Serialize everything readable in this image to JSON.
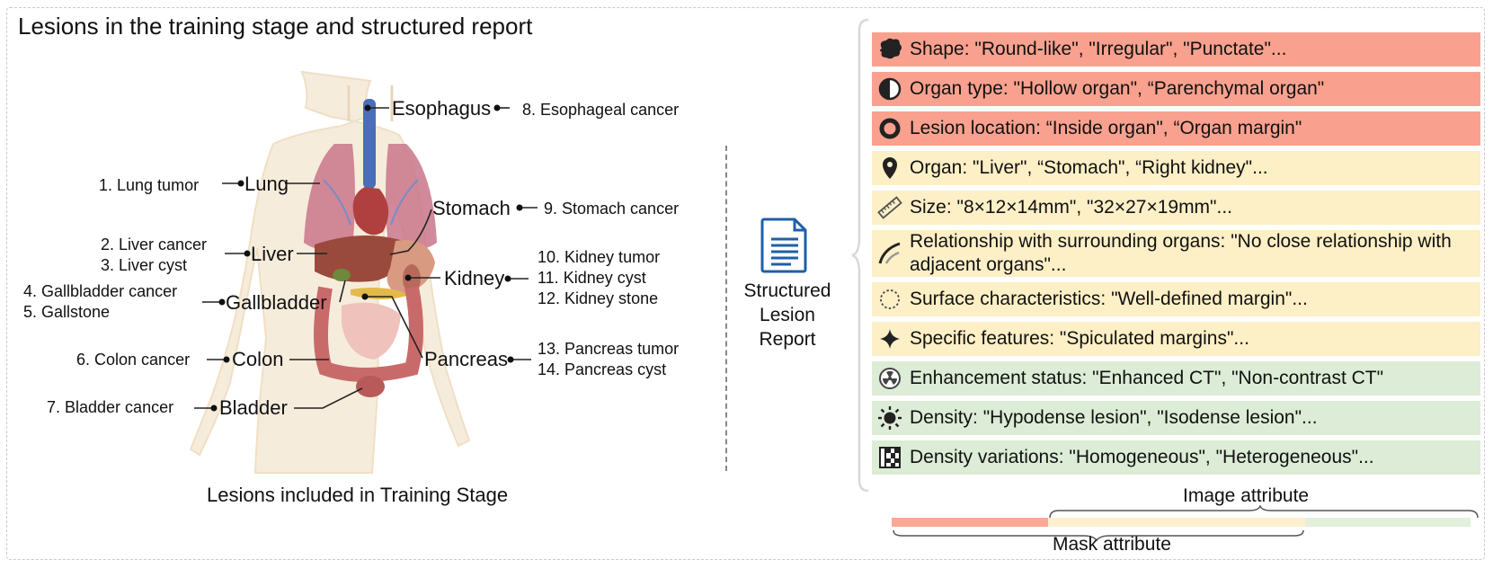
{
  "title": "Lesions in the training stage and structured report",
  "left_caption": "Lesions included in Training Stage",
  "organs": {
    "esophagus": "Esophagus",
    "lung": "Lung",
    "stomach": "Stomach",
    "liver": "Liver",
    "kidney": "Kidney",
    "gallbladder": "Gallbladder",
    "colon": "Colon",
    "pancreas": "Pancreas",
    "bladder": "Bladder"
  },
  "lesions": {
    "lung": [
      "1. Lung tumor"
    ],
    "liver": [
      "2. Liver cancer",
      "3. Liver cyst"
    ],
    "gallbladder": [
      "4. Gallbladder cancer",
      "5. Gallstone"
    ],
    "colon": [
      "6. Colon cancer"
    ],
    "bladder": [
      "7. Bladder cancer"
    ],
    "esophagus": [
      "8. Esophageal cancer"
    ],
    "stomach": [
      "9. Stomach cancer"
    ],
    "kidney": [
      "10. Kidney tumor",
      "11. Kidney cyst",
      "12. Kidney stone"
    ],
    "pancreas": [
      "13. Pancreas tumor",
      "14. Pancreas cyst"
    ]
  },
  "report_label": [
    "Structured",
    "Lesion",
    "Report"
  ],
  "attributes": [
    {
      "icon": "blob-shape-icon",
      "text": "Shape: \"Round-like\", \"Irregular\", \"Punctate\"...",
      "group": "mask"
    },
    {
      "icon": "half-circle-icon",
      "text": "Organ type: \"Hollow organ\",   “Parenchymal organ\"",
      "group": "mask"
    },
    {
      "icon": "ring-icon",
      "text": "Lesion location:   “Inside organ\",   “Organ margin\"",
      "group": "mask"
    },
    {
      "icon": "map-pin-icon",
      "text": "Organ: \"Liver\",   “Stomach\",   “Right kidney\"...",
      "group": "shared"
    },
    {
      "icon": "ruler-icon",
      "text": "Size: \"8×12×14mm\", \"32×27×19mm\"...",
      "group": "shared"
    },
    {
      "icon": "curve-icon",
      "text": "Relationship with surrounding organs: \"No close relationship with adjacent organs\"...",
      "group": "shared"
    },
    {
      "icon": "dotted-circle-icon",
      "text": "Surface characteristics: \"Well-defined margin\"...",
      "group": "shared"
    },
    {
      "icon": "sparkle-icon",
      "text": "Specific features: \"Spiculated margins\"...",
      "group": "shared"
    },
    {
      "icon": "radiation-icon",
      "text": "Enhancement status: \"Enhanced CT\", \"Non-contrast CT\"",
      "group": "image"
    },
    {
      "icon": "sun-icon",
      "text": "Density: \"Hypodense lesion\", \"Isodense lesion\"...",
      "group": "image"
    },
    {
      "icon": "checker-icon",
      "text": "Density variations: \"Homogeneous\", \"Heterogeneous\"...",
      "group": "image"
    }
  ],
  "legend": {
    "image_attribute": "Image attribute",
    "mask_attribute": "Mask attribute"
  },
  "colors": {
    "mask": "#f9a18e",
    "shared": "#fdefc6",
    "image": "#dcecd6",
    "legend_mask": "#f9a896",
    "legend_shared": "#fdf0cf",
    "legend_image": "#e3f0dc"
  }
}
